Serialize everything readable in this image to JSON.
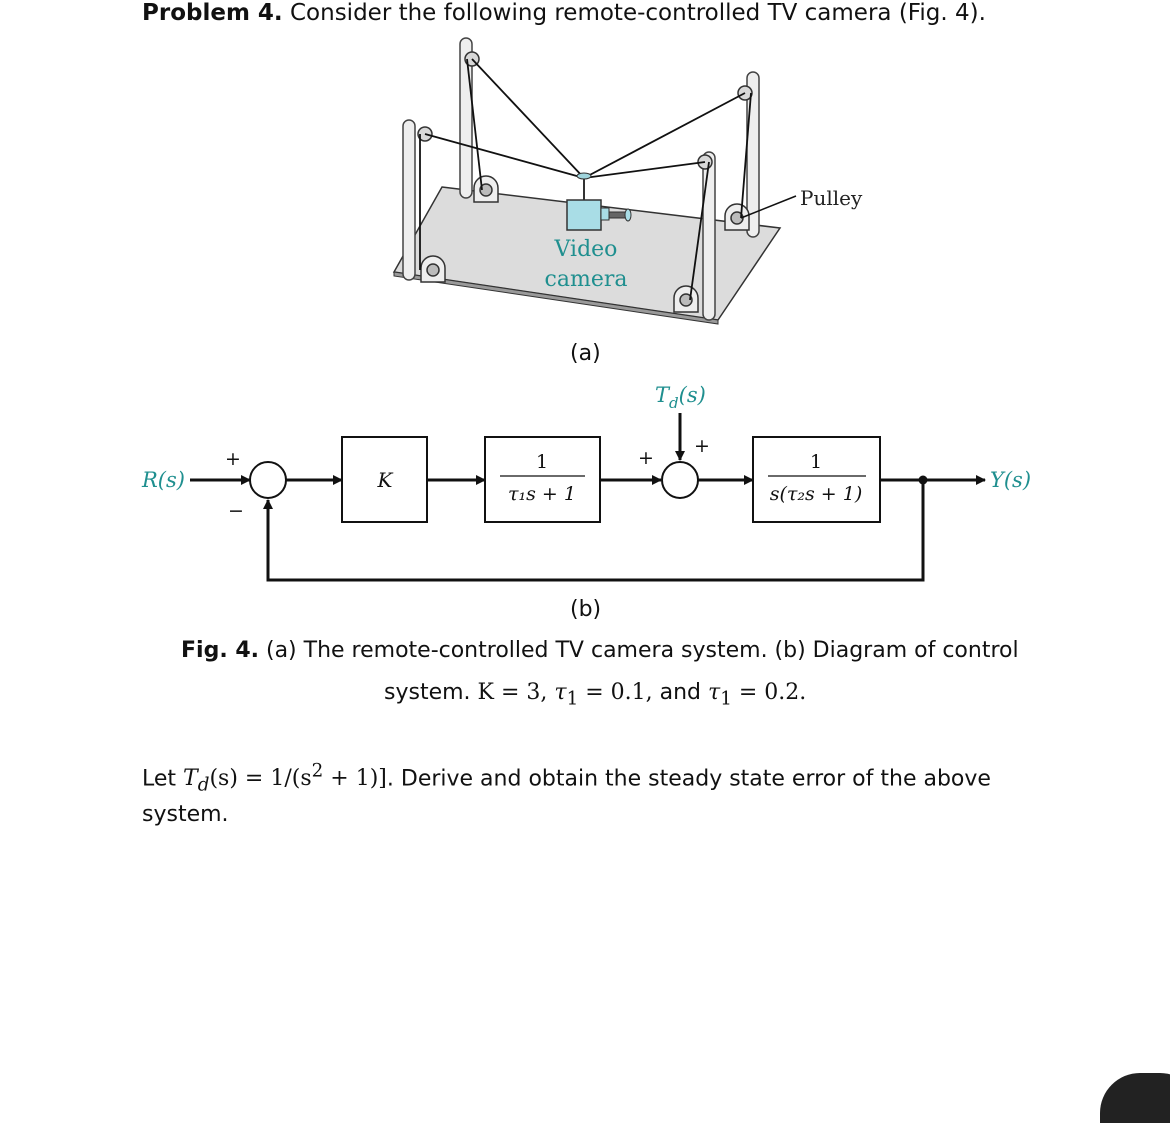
{
  "problem": {
    "label": "Problem 4.",
    "text": " Consider the following remote-controlled TV camera (Fig. 4)."
  },
  "figure_a": {
    "camera_label_1": "Video",
    "camera_label_2": "camera",
    "pulley_label": "Pulley",
    "panel_label": "(a)"
  },
  "figure_b": {
    "input": "R(s)",
    "output": "Y(s)",
    "disturbance": "T",
    "disturbance_sub": "d",
    "disturbance_arg": "(s)",
    "gain": "K",
    "block1_num": "1",
    "block1_den": "τ₁s + 1",
    "block2_num": "1",
    "block2_den": "s(τ₂s + 1)",
    "sum1_plus": "+",
    "sum1_minus": "−",
    "sum2_plus_left": "+",
    "sum2_plus_top": "+",
    "panel_label": "(b)"
  },
  "caption": {
    "label": "Fig. 4.",
    "line1_rest": " (a) The remote-controlled TV camera system. (b) Diagram of control",
    "line2_start": "system. ",
    "line2_math1": "K = 3,",
    "line2_tau1": "τ",
    "line2_sub1": "1",
    "line2_val1": " = 0.1,",
    "line2_and": " and ",
    "line2_tau2": "τ",
    "line2_sub2": "1",
    "line2_val2": " = 0.2."
  },
  "question": {
    "let": "Let ",
    "td": "T",
    "td_sub": "d",
    "eq_mid": "(s) = 1/(s",
    "sup": "2",
    "eq_end": " + 1)]",
    "rest": ". Derive and obtain the steady state error of the above",
    "line2": "system."
  }
}
